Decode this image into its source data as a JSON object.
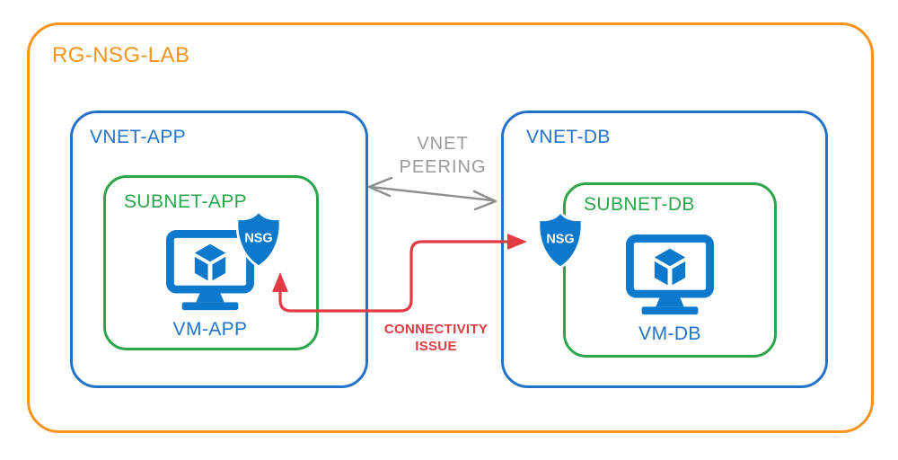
{
  "resource_group": {
    "name": "RG-NSG-LAB"
  },
  "vnet_app": {
    "name": "VNET-APP",
    "subnet": {
      "name": "SUBNET-APP"
    },
    "vm": {
      "name": "VM-APP"
    },
    "nsg": {
      "label": "NSG"
    }
  },
  "vnet_db": {
    "name": "VNET-DB",
    "subnet": {
      "name": "SUBNET-DB"
    },
    "vm": {
      "name": "VM-DB"
    },
    "nsg": {
      "label": "NSG"
    }
  },
  "peering": {
    "line1": "VNET",
    "line2": "PEERING"
  },
  "connectivity_issue": {
    "line1": "CONNECTIVITY",
    "line2": "ISSUE"
  },
  "colors": {
    "resource_group_border": "#F7941E",
    "vnet_border": "#2273C9",
    "subnet_border": "#2BA64A",
    "vm_icon_blue": "#0C79CC",
    "nsg_shield_blue": "#0C79CC",
    "peering_arrow_gray": "#8F8F8F",
    "peering_text_gray": "#9B9B9B",
    "issue_red": "#E23B43",
    "background": "#FFFFFF"
  }
}
